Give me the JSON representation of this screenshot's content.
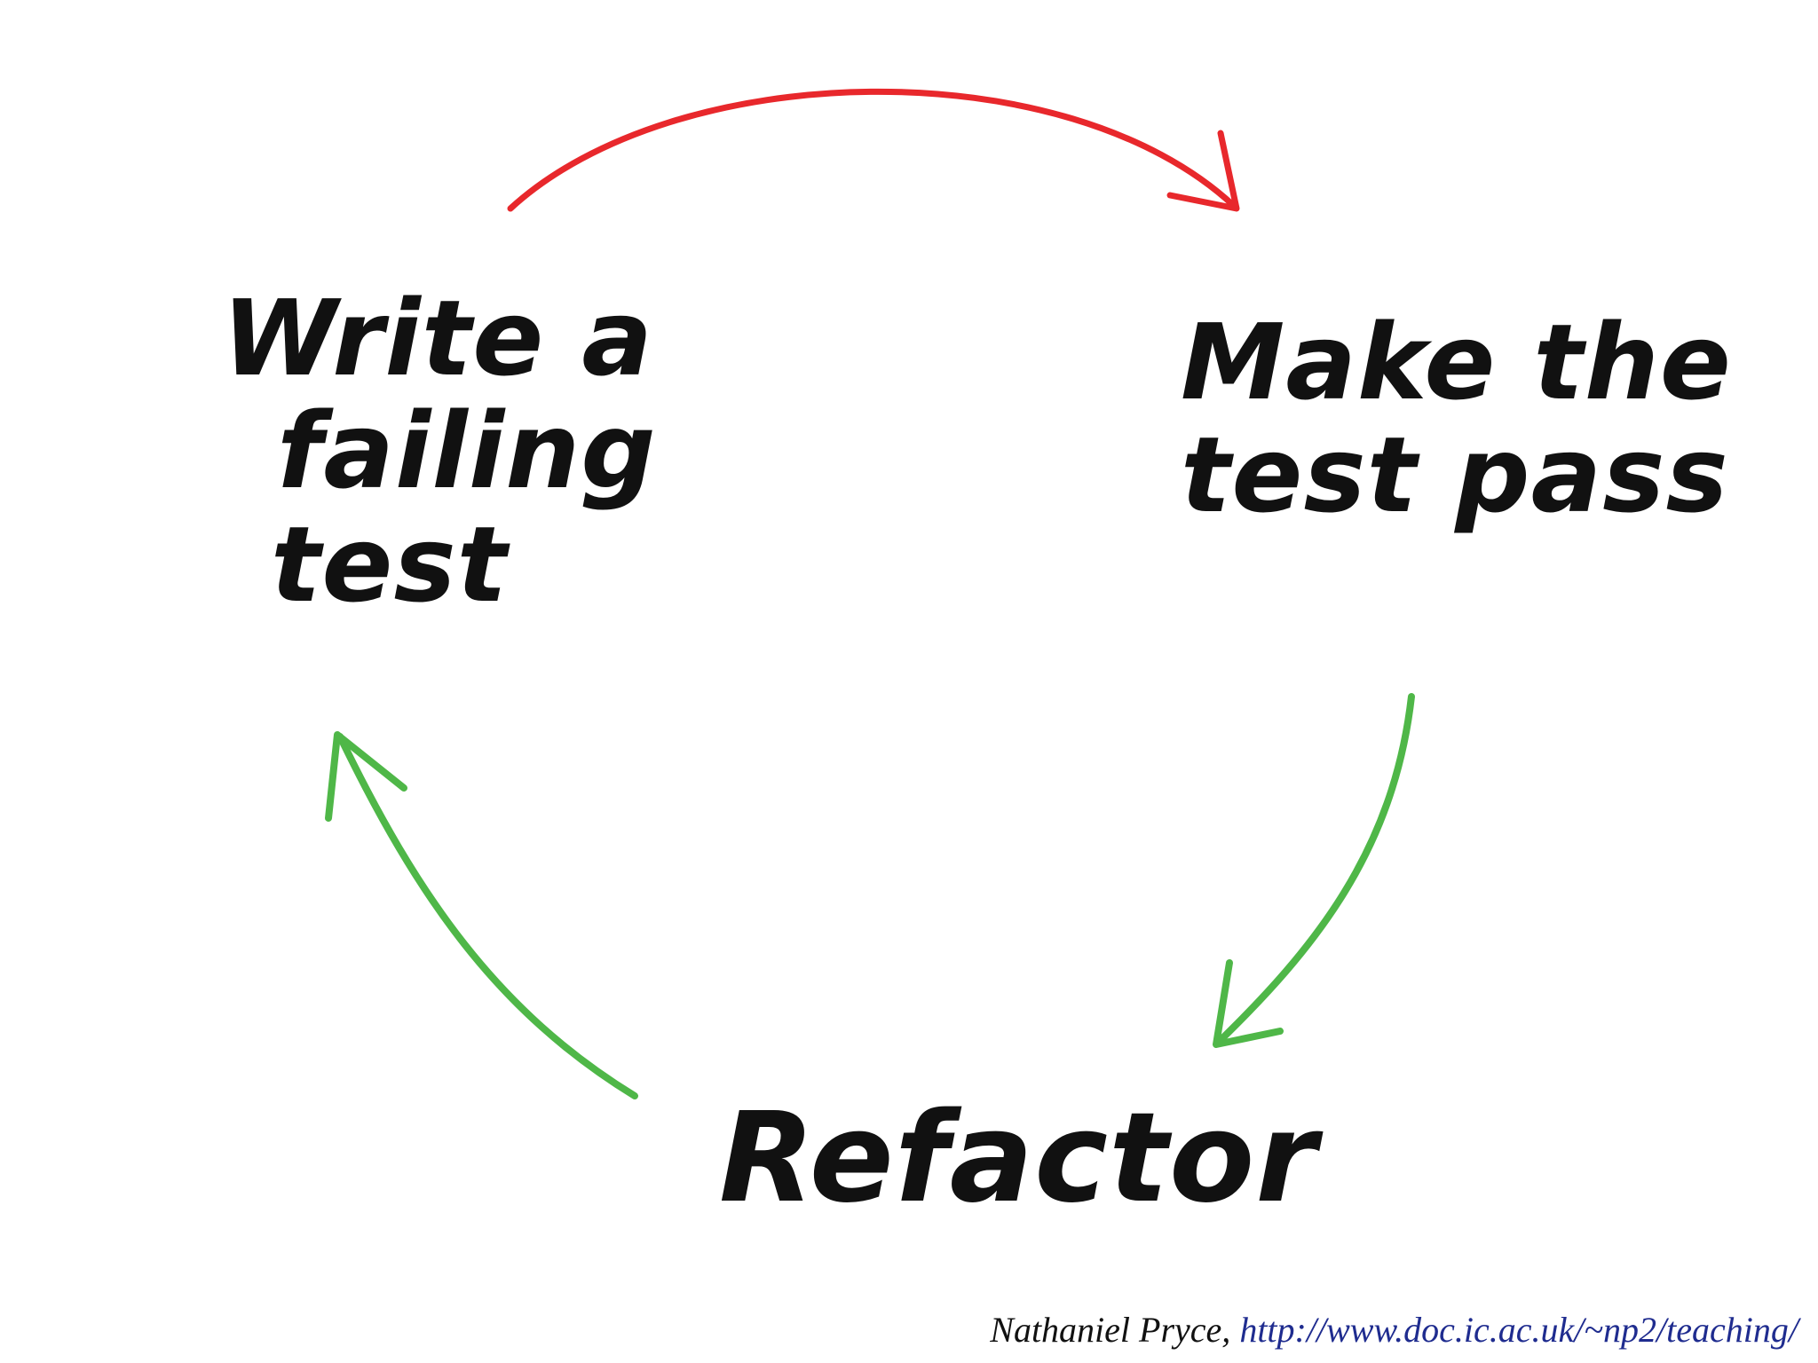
{
  "diagram": {
    "stages": {
      "write_failing_test": {
        "lines": [
          "Write a",
          "failing",
          "test"
        ]
      },
      "make_test_pass": {
        "lines": [
          "Make the",
          "test pass"
        ]
      },
      "refactor": {
        "lines": [
          "Refactor"
        ]
      }
    },
    "arrows": [
      {
        "from": "write_failing_test",
        "to": "make_test_pass",
        "color": "#e8282c"
      },
      {
        "from": "make_test_pass",
        "to": "refactor",
        "color": "#4fb748"
      },
      {
        "from": "refactor",
        "to": "write_failing_test",
        "color": "#4fb748"
      }
    ],
    "background_color": "#ffffff",
    "text_color": "#111111"
  },
  "credit": {
    "author": "Nathaniel Pryce, ",
    "url": "http://www.doc.ic.ac.uk/~np2/teaching/",
    "url_color": "#1f2c8f"
  }
}
